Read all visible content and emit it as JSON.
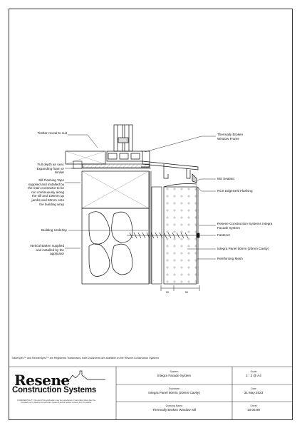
{
  "drawing": {
    "callouts_left": [
      {
        "id": "timber-reveal",
        "text": "Timber reveal to suit"
      },
      {
        "id": "air-seal",
        "text": "Full depth air seal.\nExpanding foam or\nsimilar"
      },
      {
        "id": "sill-tape",
        "text": "Sill Flashing Tape\nsupplied and installed by\nthe main contractor to be\nrun continuously along\nthe sill and 100mm up\njambs and 50mm onto\nthe building wrap"
      },
      {
        "id": "underlay",
        "text": "Building Underlay"
      },
      {
        "id": "batten",
        "text": "Vertical Batten supplied\nand installed by the\napplicator"
      }
    ],
    "callouts_right": [
      {
        "id": "window-frame",
        "text": "Thermally Broken\nWindow Frame"
      },
      {
        "id": "ms-sealant",
        "text": "MS Sealant"
      },
      {
        "id": "edgeseal",
        "text": "RCS EdgeSeal Flashing"
      },
      {
        "id": "facade",
        "text": "Resene Construction Systems Integra\nFacade System"
      },
      {
        "id": "fastener",
        "text": "Fastener"
      },
      {
        "id": "panel",
        "text": "Integra Panel 50mm (20mm Cavity)"
      },
      {
        "id": "mesh",
        "text": "Reinforcing Mesh"
      }
    ],
    "dimensions": [
      "20",
      "50"
    ]
  },
  "footer_note": "TradeSpec™ and RenderSpec™ are Registered Trademarks, both Documents are available on the Resene Construction Systems",
  "title_block": {
    "logo_name": "Resene",
    "logo_subtitle": "Construction Systems",
    "copyright": "CONFIDENTIALITY: No part of this publication may be reproduced or transmitted other than the intended use by Resene Construction Systems without written consent from the author.",
    "system_label": "System",
    "system_value": "Integra Facade System",
    "substrate_label": "Substrate",
    "substrate_value": "Integra Panel 50mm (20mm Cavity)",
    "drawing_name_label": "Drawing Name",
    "drawing_name_value": "Thermally Broken Window Sill",
    "scale_label": "Scale",
    "scale_value": "1 : 2 @ A4",
    "date_label": "Date",
    "date_value": "31 May 2023",
    "sheet_label": "Sheet",
    "sheet_value": "10.05.90"
  }
}
